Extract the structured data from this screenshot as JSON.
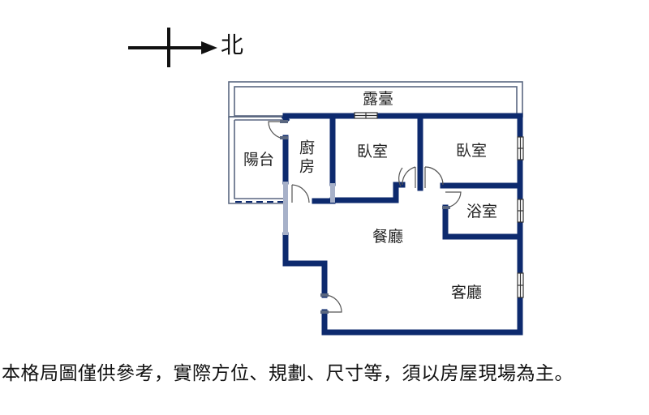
{
  "compass": {
    "direction_label": "北",
    "arrow_direction": "right"
  },
  "rooms": [
    {
      "id": "terrace",
      "label": "露臺"
    },
    {
      "id": "balcony",
      "label": "陽台"
    },
    {
      "id": "kitchen",
      "label": "廚房"
    },
    {
      "id": "bedroom-1",
      "label": "臥室"
    },
    {
      "id": "bedroom-2",
      "label": "臥室"
    },
    {
      "id": "bathroom",
      "label": "浴室"
    },
    {
      "id": "dining-room",
      "label": "餐廳"
    },
    {
      "id": "living-room",
      "label": "客廳"
    }
  ],
  "disclaimer": "本格局圖僅供參考，實際方位、規劃、尺寸等，須以房屋現場為主。",
  "colors": {
    "wall": "#0d2a6e",
    "wall_light": "#a7b1c9",
    "outline": "#5a6780",
    "door_line": "#555555",
    "window_fill": "#ffffff",
    "text": "#222222"
  }
}
